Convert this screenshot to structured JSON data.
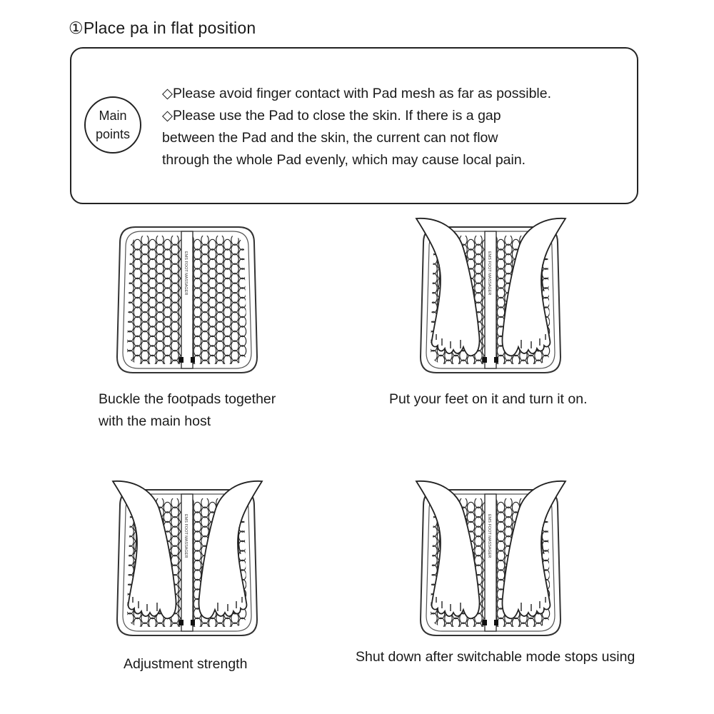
{
  "heading": "①Place pa in flat position",
  "main_points": {
    "badge_line1": "Main",
    "badge_line2": "points",
    "notes": [
      "◇Please avoid finger contact with Pad mesh as far as possible.",
      "◇Please use the Pad to close the skin. If there is a gap",
      "between the Pad and the skin, the current can not flow",
      "through the whole Pad evenly, which may cause local pain."
    ]
  },
  "pad_label": "EMS FOOT MASSAGER",
  "steps": [
    {
      "caption_lines": [
        "Buckle the footpads together",
        "with the main host"
      ],
      "feet": false
    },
    {
      "caption_lines": [
        "Put your feet on it and turn it on."
      ],
      "feet": true
    },
    {
      "caption_lines": [
        "Adjustment strength"
      ],
      "feet": true
    },
    {
      "caption_lines": [
        "Shut down after switchable mode stops using"
      ],
      "feet": true
    }
  ]
}
